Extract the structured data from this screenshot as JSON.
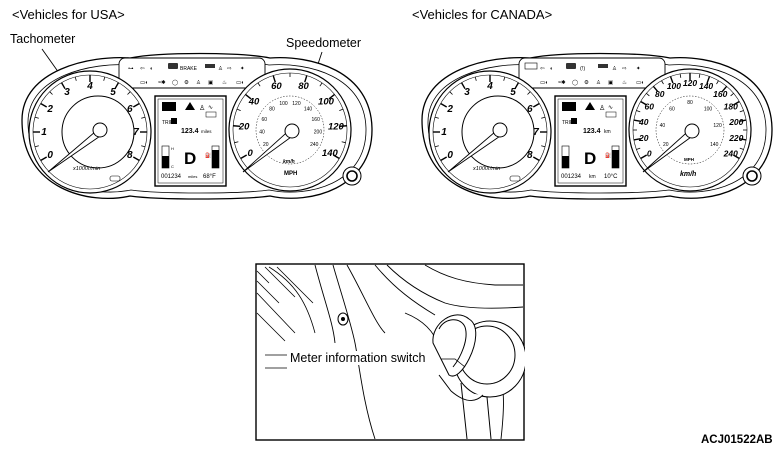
{
  "usa": {
    "heading": "<Vehicles for USA>",
    "callout_tachometer": "Tachometer",
    "callout_speedometer": "Speedometer",
    "tach_ticks": [
      "0",
      "1",
      "2",
      "3",
      "4",
      "5",
      "6",
      "7",
      "8"
    ],
    "tach_unit": "x1000r/min",
    "speed_ticks": [
      "0",
      "20",
      "40",
      "60",
      "80",
      "100",
      "120",
      "140"
    ],
    "speed_inner_ticks": [
      "20",
      "40",
      "60",
      "80",
      "100",
      "120",
      "140",
      "160",
      "200",
      "240"
    ],
    "speed_inner_unit": "km/h",
    "speed_unit": "MPH",
    "brake_label": "BRAKE",
    "display": {
      "gear": "D",
      "trip_value": "123.4",
      "trip_unit": "miles",
      "odometer": "001234",
      "odometer_unit": "miles",
      "temperature": "68°F"
    }
  },
  "canada": {
    "heading": "<Vehicles for CANADA>",
    "tach_ticks": [
      "0",
      "1",
      "2",
      "3",
      "4",
      "5",
      "6",
      "7",
      "8"
    ],
    "tach_unit": "x1000r/min",
    "speed_ticks": [
      "0",
      "20",
      "40",
      "60",
      "80",
      "100",
      "120",
      "140",
      "160",
      "180",
      "200",
      "220",
      "240"
    ],
    "speed_inner_ticks": [
      "20",
      "40",
      "60",
      "80",
      "100",
      "120",
      "140"
    ],
    "speed_inner_unit": "MPH",
    "speed_unit": "km/h",
    "display": {
      "gear": "D",
      "trip_value": "123.4",
      "trip_unit": "km",
      "odometer": "001234",
      "odometer_unit": "km",
      "temperature": "10°C"
    }
  },
  "detail": {
    "callout_switch": "Meter information switch"
  },
  "figure_code": "ACJ01522AB"
}
